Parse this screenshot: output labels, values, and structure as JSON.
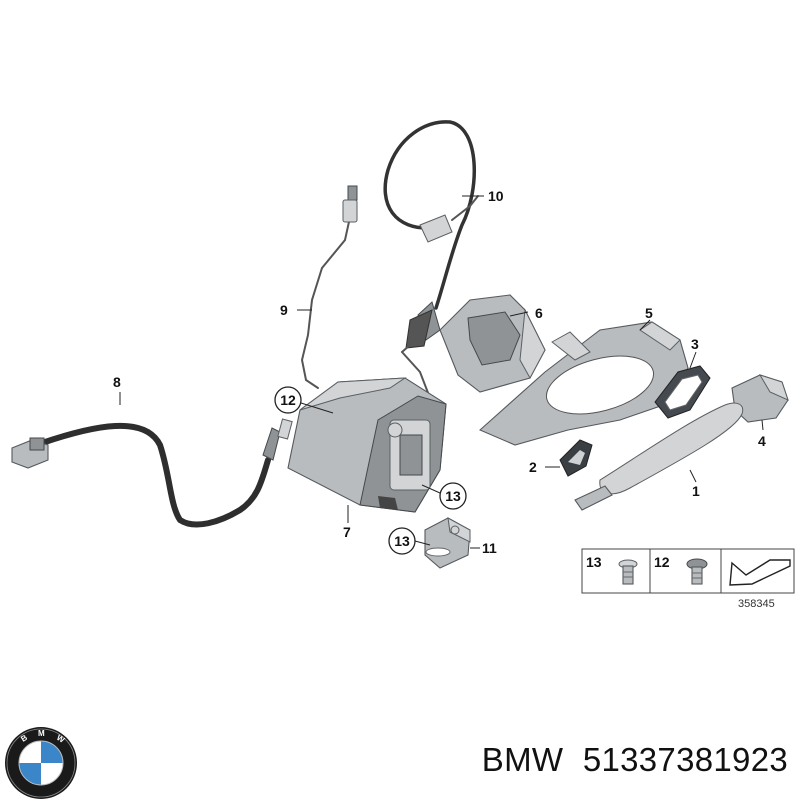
{
  "diagram": {
    "callouts": [
      {
        "id": "1",
        "label": "1"
      },
      {
        "id": "2",
        "label": "2"
      },
      {
        "id": "3",
        "label": "3"
      },
      {
        "id": "4",
        "label": "4"
      },
      {
        "id": "5",
        "label": "5"
      },
      {
        "id": "6",
        "label": "6"
      },
      {
        "id": "7",
        "label": "7"
      },
      {
        "id": "8",
        "label": "8"
      },
      {
        "id": "9",
        "label": "9"
      },
      {
        "id": "10",
        "label": "10"
      },
      {
        "id": "11",
        "label": "11"
      },
      {
        "id": "12",
        "label": "12"
      },
      {
        "id": "13a",
        "label": "13"
      },
      {
        "id": "13b",
        "label": "13"
      }
    ],
    "legend": {
      "screw_13_label": "13",
      "screw_12_label": "12"
    },
    "drawing_number": "358345"
  },
  "caption": {
    "brand": "BMW",
    "part_number": "51337381923"
  },
  "colors": {
    "part_gray": "#b9bcbf",
    "cable_black": "#2e2e2e",
    "bmw_blue": "#3a86c8"
  }
}
